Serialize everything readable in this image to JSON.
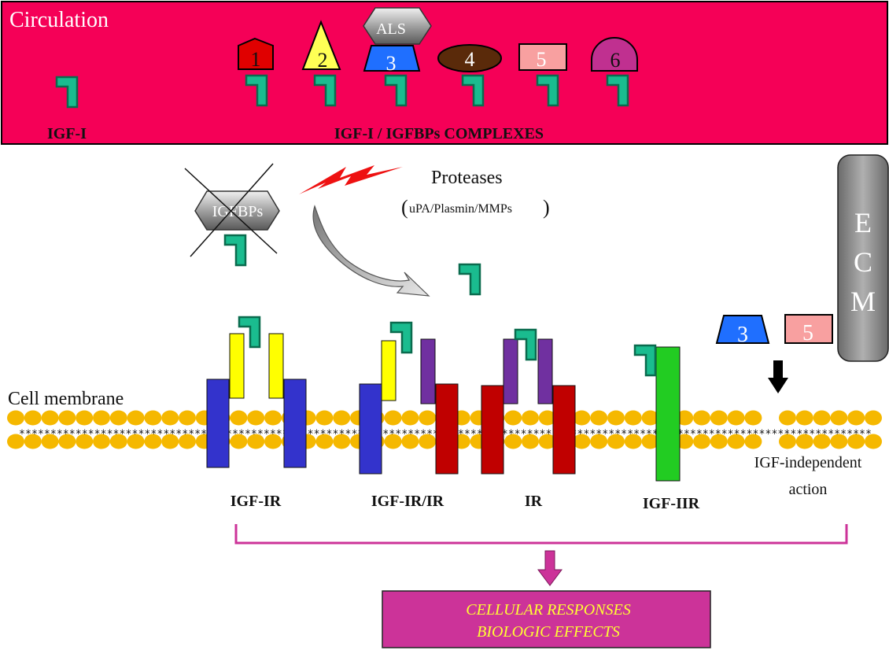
{
  "circulation": {
    "title": "Circulation",
    "free_label": "IGF-I",
    "complexes_label": "IGF-I / IGFBPs COMPLEXES",
    "als_label": "ALS",
    "bp_labels": [
      "1",
      "2",
      "3",
      "4",
      "5",
      "6"
    ]
  },
  "proteases": {
    "label": "Proteases",
    "open_paren": "(",
    "detail": "uPA/Plasmin/MMPs",
    "close_paren": ")"
  },
  "igfbps_label": "IGFBPs",
  "ecm": {
    "letters": [
      "E",
      "C",
      "M"
    ]
  },
  "free_bps": {
    "bp3": "3",
    "bp5": "5"
  },
  "membrane": {
    "label": "Cell  membrane",
    "stars": "****************************************************************************************************************************************"
  },
  "receptors": {
    "igf_ir": "IGF-IR",
    "igf_ir_ir": "IGF-IR/IR",
    "ir": "IR",
    "igf_iir": "IGF-IIR"
  },
  "independent": {
    "line1": "IGF-independent",
    "line2": "action"
  },
  "responses": {
    "line1": "CELLULAR RESPONSES",
    "line2": "BIOLOGIC EFFECTS"
  },
  "colors": {
    "circulation_bg": "#f50057",
    "igf_green": "#1abc8f",
    "igf_outline": "#0a6b4e",
    "lipid": "#f5b800",
    "receptor_blue": "#3333cc",
    "receptor_yellow": "#ffff00",
    "receptor_purple": "#7030a0",
    "receptor_red": "#c00000",
    "receptor_green": "#22cc22",
    "bracket": "#cc3399",
    "response_box": "#cc3399",
    "response_text": "#ffff33"
  }
}
